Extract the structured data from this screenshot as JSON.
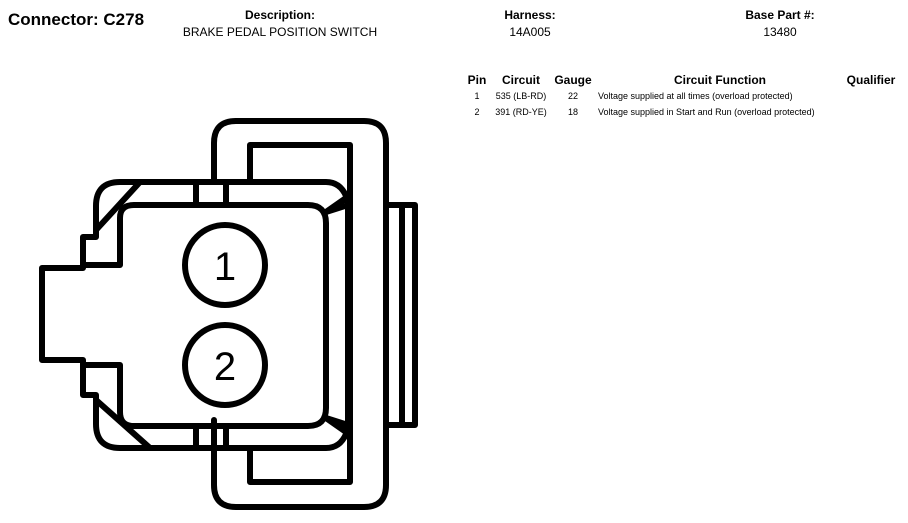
{
  "header": {
    "connector_title": "Connector: C278",
    "description_label": "Description:",
    "description_value": "BRAKE PEDAL POSITION SWITCH",
    "harness_label": "Harness:",
    "harness_value": "14A005",
    "base_part_label": "Base Part #:",
    "base_part_value": "13480"
  },
  "pin_table": {
    "columns": [
      "Pin",
      "Circuit",
      "Gauge",
      "Circuit Function",
      "Qualifier"
    ],
    "rows": [
      {
        "pin": "1",
        "circuit": "535 (LB-RD)",
        "gauge": "22",
        "function": "Voltage supplied at all times (overload protected)",
        "qualifier": ""
      },
      {
        "pin": "2",
        "circuit": "391 (RD-YE)",
        "gauge": "18",
        "function": "Voltage supplied in Start and Run (overload protected)",
        "qualifier": ""
      }
    ]
  },
  "diagram": {
    "pin_labels": [
      "1",
      "2"
    ],
    "stroke_color": "#000000"
  }
}
